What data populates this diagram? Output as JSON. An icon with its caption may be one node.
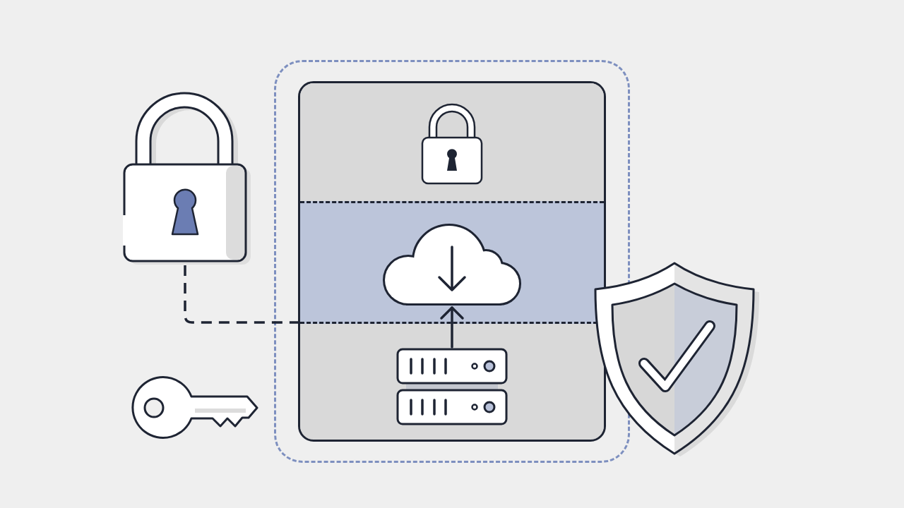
{
  "diagram": {
    "nodes": [
      {
        "text": [],
        "shape": "picture"
      },
      {
        "text": [],
        "shape": "picture"
      },
      {
        "text": [],
        "shape": "box"
      },
      {
        "text": [],
        "shape": "box",
        "in": 2
      },
      {
        "text": [],
        "shape": "band",
        "in": 3
      },
      {
        "text": [],
        "shape": "picture",
        "in": 4
      },
      {
        "text": [],
        "shape": "band",
        "in": 3
      },
      {
        "text": [],
        "shape": "cloud",
        "in": 6
      },
      {
        "text": [],
        "shape": "band",
        "in": 3
      },
      {
        "text": [],
        "shape": "picture",
        "in": 8
      },
      {
        "text": [],
        "shape": "picture"
      }
    ],
    "edges": [
      {
        "from": 0,
        "to": 3,
        "arrow": "none",
        "style": "dashed"
      },
      {
        "from": 9,
        "to": 7,
        "arrow": "to"
      }
    ]
  }
}
